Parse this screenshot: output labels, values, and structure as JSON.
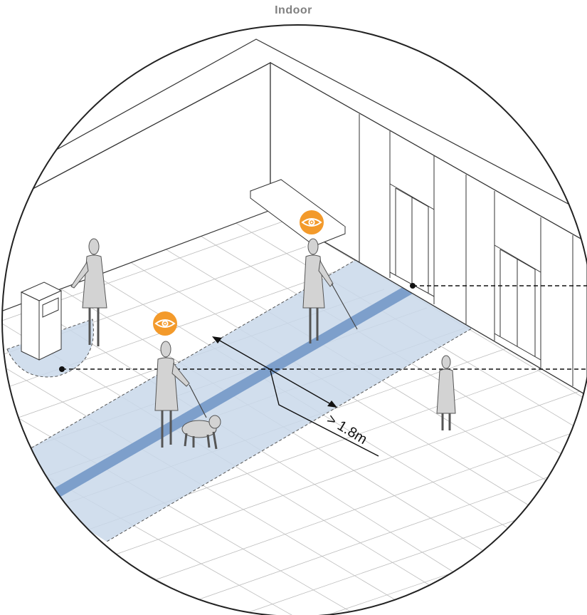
{
  "title": "Indoor",
  "dimension_label": "> 1.8m",
  "colors": {
    "path_light": "#c9d8ea",
    "path_dark": "#7d9fcb",
    "badge": "#f39a2b",
    "badge_icon": "#ffffff",
    "figure_fill": "#d3d3d3",
    "line": "#333333",
    "grid": "#bfbfbf",
    "background": "#ffffff"
  },
  "icons": [
    "eye-icon",
    "eye-icon"
  ],
  "figures": [
    "person-at-kiosk",
    "person-with-white-cane",
    "person-with-guide-dog",
    "standing-person"
  ]
}
